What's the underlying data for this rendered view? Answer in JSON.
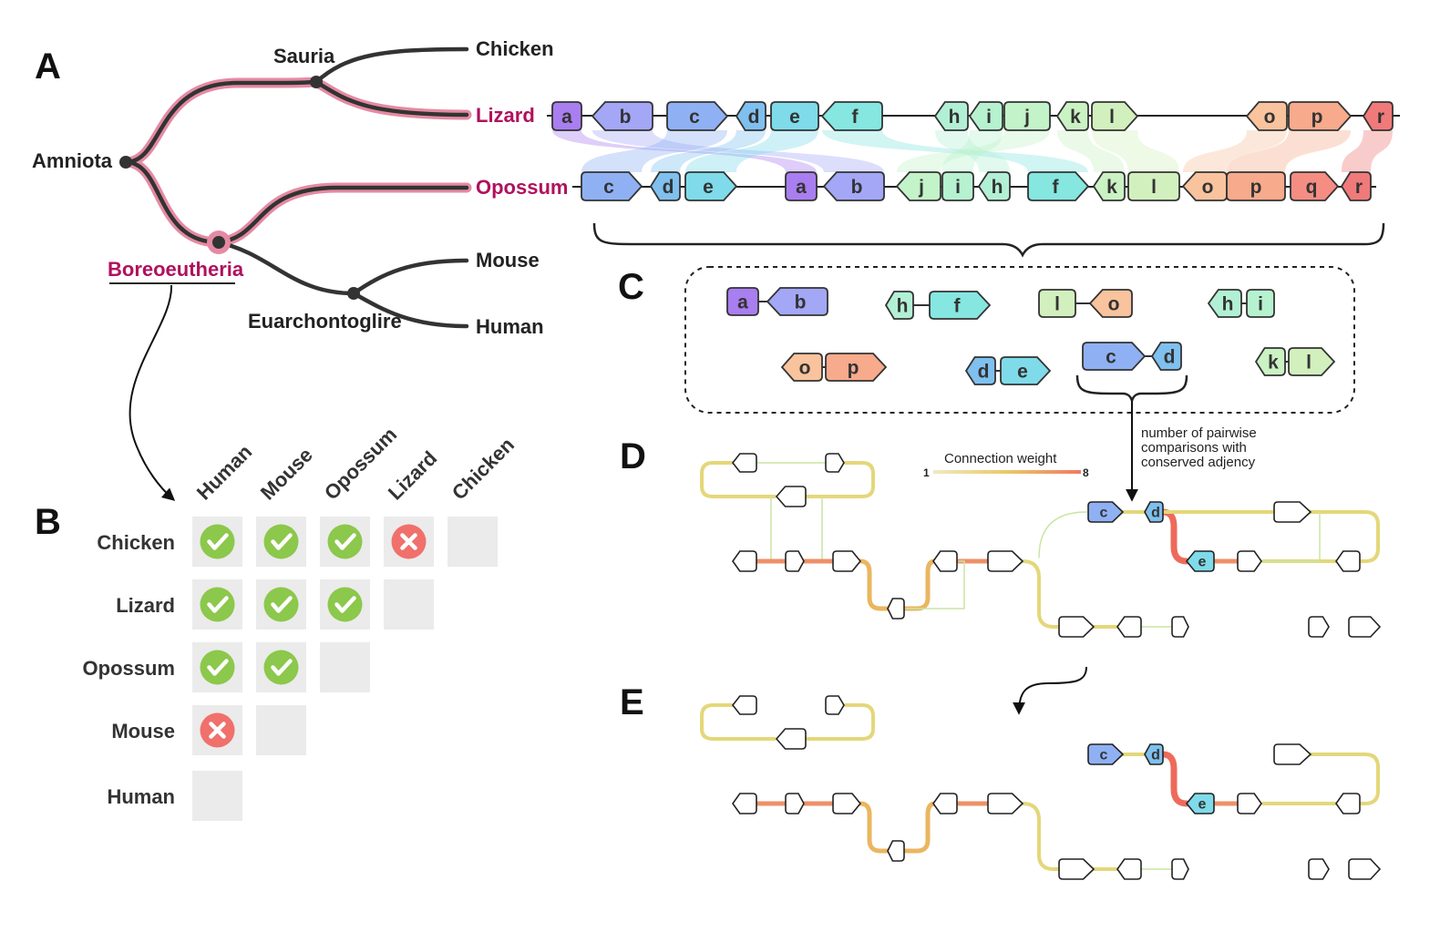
{
  "panels": {
    "a": "A",
    "b": "B",
    "c": "C",
    "d": "D",
    "e": "E"
  },
  "tree": {
    "nodes": {
      "amniota": "Amniota",
      "sauria": "Sauria",
      "boreoeutheria": "Boreoeutheria",
      "euarchontoglire": "Euarchontoglire"
    },
    "leaves": {
      "chicken": "Chicken",
      "lizard": "Lizard",
      "opossum": "Opossum",
      "mouse": "Mouse",
      "human": "Human"
    },
    "highlight_color": "#b0115e"
  },
  "matrix": {
    "columns": [
      "Human",
      "Mouse",
      "Opossum",
      "Lizard",
      "Chicken"
    ],
    "rows": [
      "Chicken",
      "Lizard",
      "Opossum",
      "Mouse",
      "Human"
    ],
    "cells": [
      [
        "check",
        "check",
        "check",
        "cross",
        "empty"
      ],
      [
        "check",
        "check",
        "check",
        "empty"
      ],
      [
        "check",
        "check",
        "empty"
      ],
      [
        "cross",
        "empty"
      ],
      [
        "empty"
      ]
    ],
    "check_color": "#8cc84b",
    "cross_color": "#f0706c"
  },
  "genes": {
    "lizard_order": [
      "a",
      "b",
      "c",
      "d",
      "e",
      "f",
      "h",
      "i",
      "j",
      "k",
      "l",
      "o",
      "p",
      "r"
    ],
    "opossum_order": [
      "c",
      "d",
      "e",
      "a",
      "b",
      "j",
      "i",
      "h",
      "f",
      "k",
      "l",
      "o",
      "p",
      "q",
      "r"
    ],
    "colors": {
      "a": "#a97ef0",
      "b": "#a3a7f6",
      "c": "#8fb1f4",
      "d": "#7fc0ee",
      "e": "#7fdbe9",
      "f": "#86e6e0",
      "h": "#b2f0d5",
      "i": "#b6f2cf",
      "j": "#c3f3c8",
      "k": "#caf2c3",
      "l": "#d2f0be",
      "o": "#f8c39d",
      "p": "#f7aa8c",
      "q": "#f58d83",
      "r": "#f07a7a"
    }
  },
  "conserved_pairs": [
    [
      "a",
      "b"
    ],
    [
      "h",
      "f"
    ],
    [
      "l",
      "o"
    ],
    [
      "h",
      "i"
    ],
    [
      "o",
      "p"
    ],
    [
      "d",
      "e"
    ],
    [
      "c",
      "d"
    ],
    [
      "k",
      "l"
    ]
  ],
  "annotation": {
    "line1": "number of pairwise",
    "line2": "comparisons with",
    "line3": "conserved adjency"
  },
  "legend": {
    "title": "Connection weight",
    "min": "1",
    "max": "8",
    "color_low": "#e7e4a0",
    "color_high": "#f07a5f"
  },
  "graph_labels": {
    "c": "c",
    "d": "d",
    "e": "e"
  }
}
